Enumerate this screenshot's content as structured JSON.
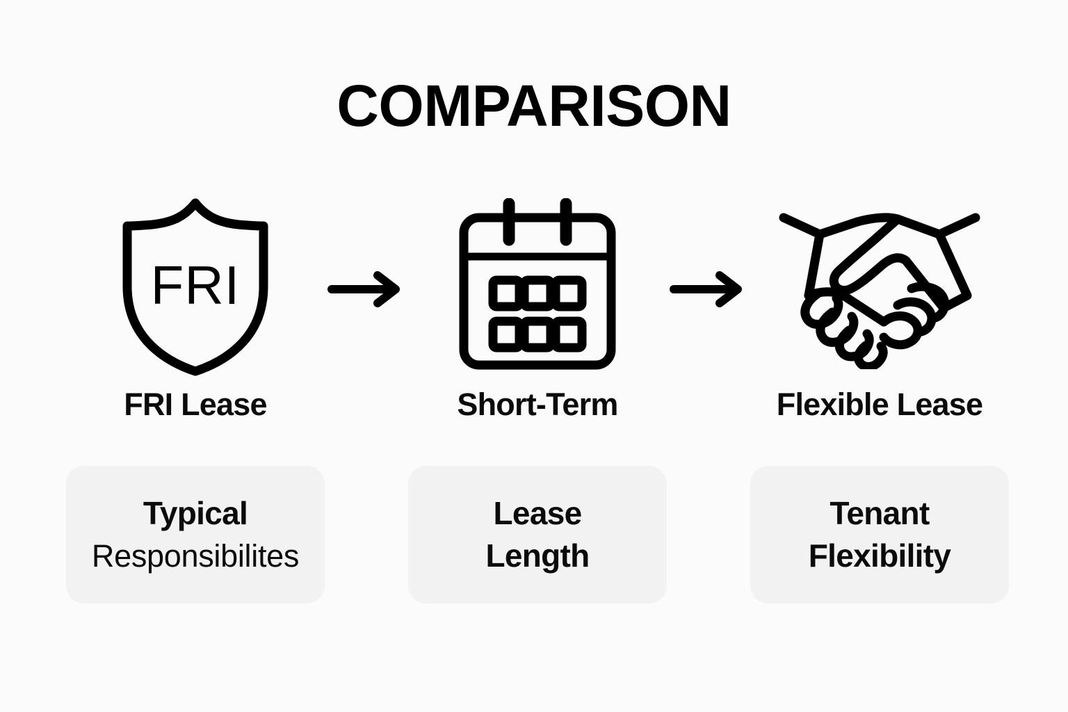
{
  "page": {
    "title": "COMPARISON",
    "background_color": "#fbfbfb",
    "text_color": "#0a0a0a",
    "card_color": "#f2f2f3"
  },
  "steps": [
    {
      "icon": "shield-icon",
      "icon_text": "FRI",
      "label": "FRI Lease",
      "card": {
        "line1": "Typical",
        "line1_weight": "bold",
        "line2": "Responsibilites",
        "line2_weight": "normal"
      }
    },
    {
      "icon": "calendar-icon",
      "icon_text": "",
      "label": "Short-Term",
      "card": {
        "line1": "Lease",
        "line1_weight": "bold",
        "line2": "Length",
        "line2_weight": "bold"
      }
    },
    {
      "icon": "handshake-icon",
      "icon_text": "",
      "label": "Flexible Lease",
      "card": {
        "line1": "Tenant",
        "line1_weight": "bold",
        "line2": "Flexibility",
        "line2_weight": "bold"
      }
    }
  ],
  "arrows": [
    {
      "name": "arrow-right-icon-1",
      "direction": "right"
    },
    {
      "name": "arrow-right-icon-2",
      "direction": "right"
    }
  ]
}
